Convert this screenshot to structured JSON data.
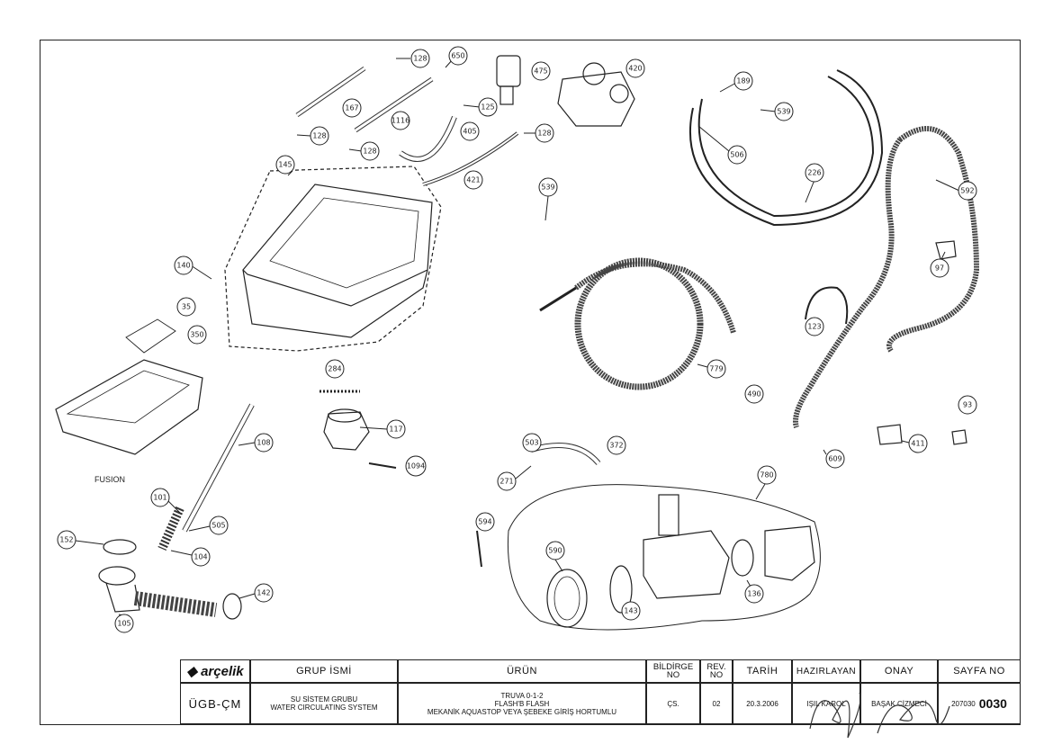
{
  "callouts": [
    "128",
    "650",
    "475",
    "420",
    "189",
    "539",
    "167",
    "1116",
    "125",
    "405",
    "128",
    "128",
    "128",
    "421",
    "145",
    "506",
    "226",
    "592",
    "539",
    "140",
    "35",
    "350",
    "284",
    "117",
    "1094",
    "779",
    "123",
    "97",
    "490",
    "93",
    "411",
    "609",
    "108",
    "101",
    "505",
    "104",
    "152",
    "142",
    "105",
    "503",
    "372",
    "271",
    "594",
    "780",
    "590",
    "143",
    "136"
  ],
  "caption": "FUSION",
  "title_block": {
    "logo": "arçelik",
    "group_header": "GRUP İSMİ",
    "product_header": "ÜRÜN",
    "form_header": "BİLDİRGE NO",
    "rev_header": "REV. NO",
    "date_header": "TARİH",
    "prepared_header": "HAZIRLAYAN",
    "approval_header": "ONAY",
    "page_header": "SAYFA NO",
    "group_code": "ÜGB-ÇM",
    "group_name_tr": "SU SİSTEM GRUBU",
    "group_name_en": "WATER CIRCULATING SYSTEM",
    "product_line1": "TRUVA 0-1-2",
    "product_line2": "FLASH'B FLASH",
    "product_line3": "MEKANİK AQUASTOP VEYA ŞEBEKE GİRİŞ HORTUMLU",
    "form_no": "ÇS.",
    "rev_no": "02",
    "date": "20.3.2006",
    "prepared_by": "IŞIL KAROL",
    "approved_by": "BAŞAK CİZMECİ",
    "page_prefix": "207030",
    "page_no": "0030"
  }
}
